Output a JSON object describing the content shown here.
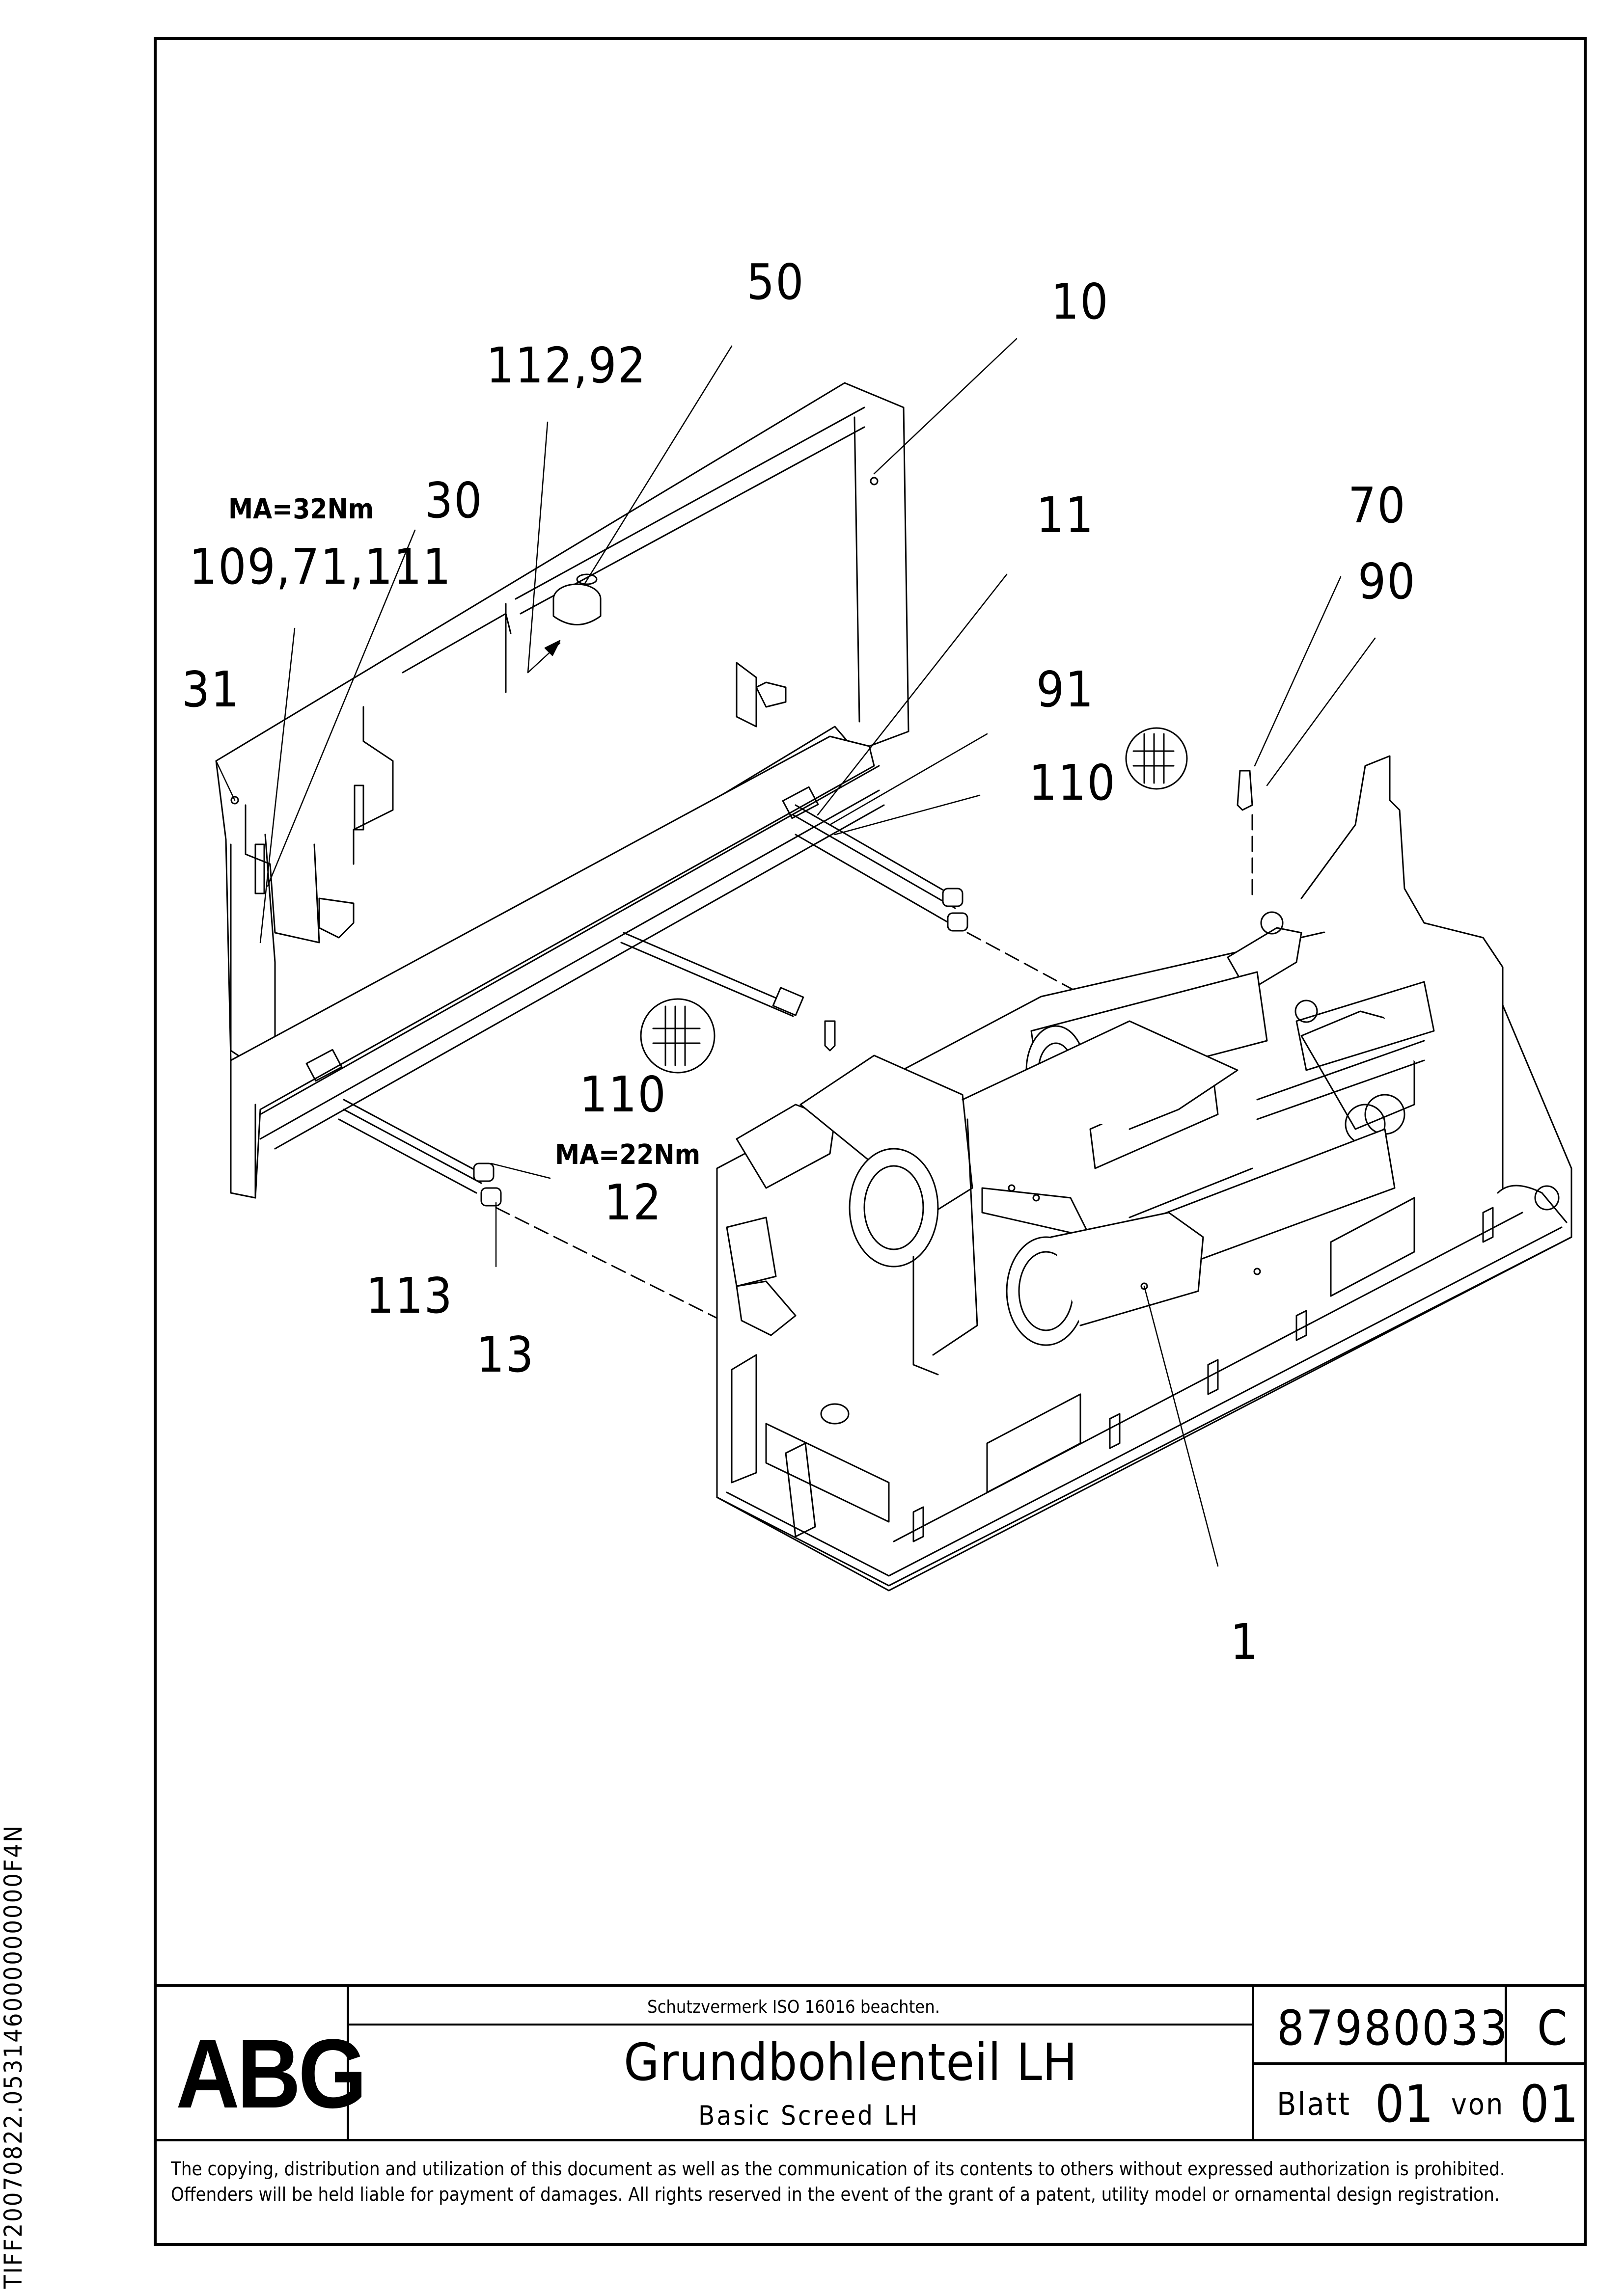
{
  "drawing": {
    "callouts": [
      {
        "id": "50",
        "label": "50"
      },
      {
        "id": "10",
        "label": "10"
      },
      {
        "id": "112-92",
        "label": "112,92"
      },
      {
        "id": "30",
        "label": "30"
      },
      {
        "id": "109-71-111",
        "label": "109,71,111"
      },
      {
        "id": "11",
        "label": "11"
      },
      {
        "id": "70",
        "label": "70"
      },
      {
        "id": "90",
        "label": "90"
      },
      {
        "id": "31",
        "label": "31"
      },
      {
        "id": "91",
        "label": "91"
      },
      {
        "id": "110a",
        "label": "110"
      },
      {
        "id": "110b",
        "label": "110"
      },
      {
        "id": "12",
        "label": "12"
      },
      {
        "id": "113",
        "label": "113"
      },
      {
        "id": "13",
        "label": "13"
      },
      {
        "id": "1",
        "label": "1"
      }
    ],
    "torque_top": "MA=32Nm",
    "torque_bottom": "MA=22Nm"
  },
  "title_block": {
    "logo": "ABG",
    "protection_note": "Schutzvermerk ISO 16016 beachten.",
    "title_de": "Grundbohlenteil LH",
    "title_en": "Basic Screed LH",
    "part_number": "87980033",
    "revision": "C",
    "sheet_label": "Blatt",
    "sheet_number": "01",
    "of_label": "von",
    "sheet_total": "01"
  },
  "legal_notice": "The copying, distribution and utilization of this document as well as the communication of its contents to others without expressed authorization is prohibited. Offenders will be held liable for payment of damages. All rights reserved in the event of the grant of a patent, utility model or ornamental design registration.",
  "side_code": "TIFF20070822.053146000000000F4N"
}
